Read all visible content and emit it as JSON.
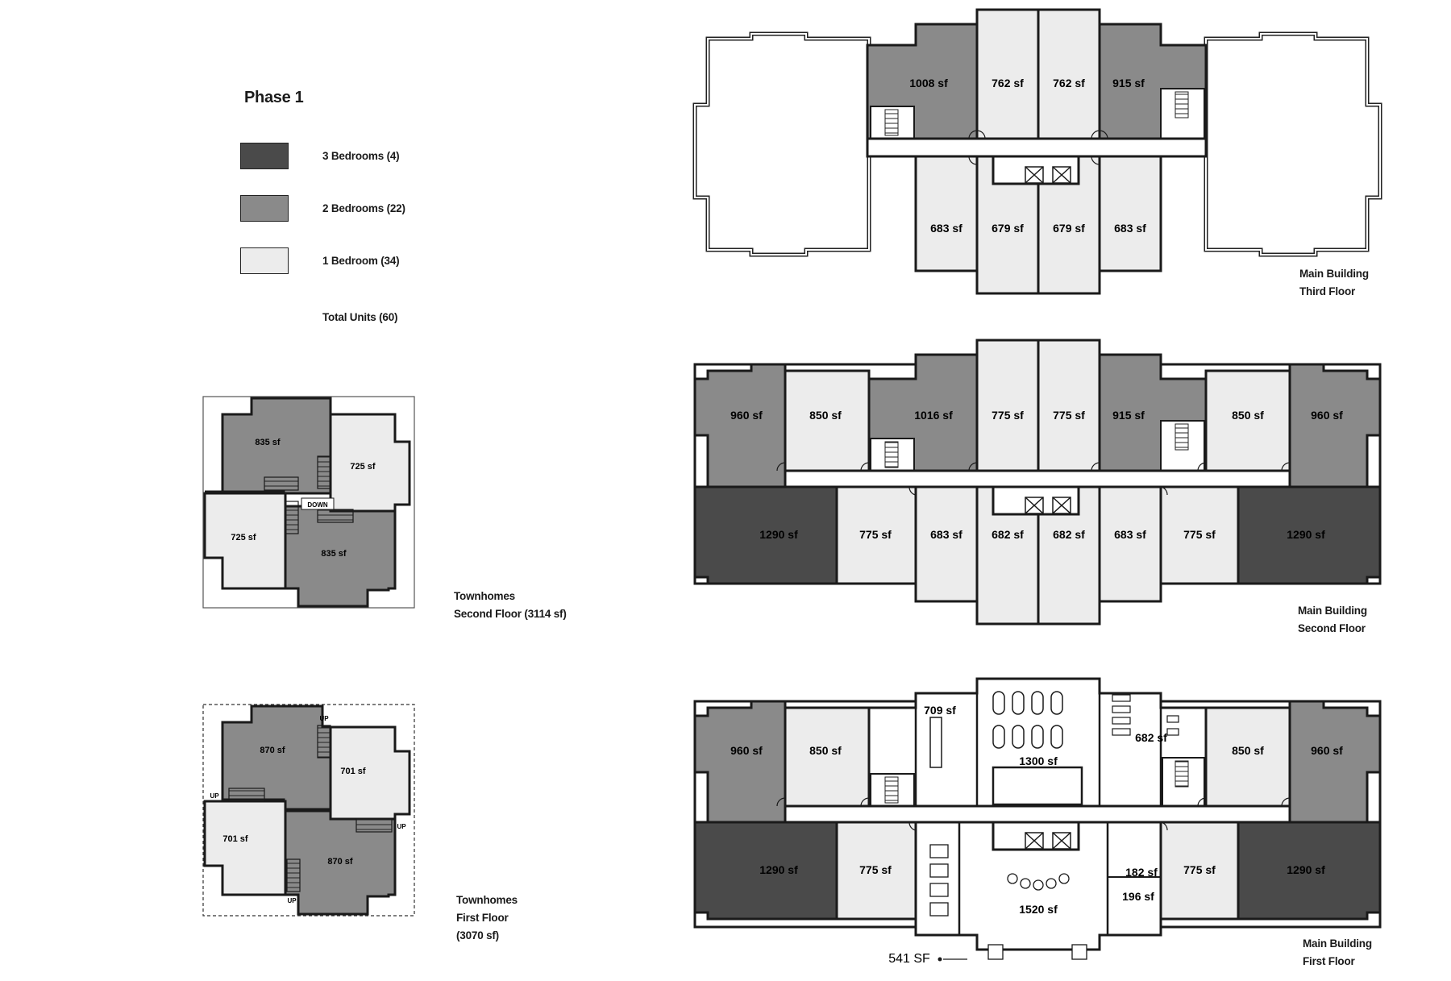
{
  "legend": {
    "title": "Phase 1",
    "items": [
      {
        "label": "3 Bedrooms (4)",
        "color": "#4a4a4a"
      },
      {
        "label": "2 Bedrooms (22)",
        "color": "#8a8a8a"
      },
      {
        "label": "1 Bedroom (34)",
        "color": "#ececec"
      }
    ],
    "total": "Total Units (60)"
  },
  "colors": {
    "three_bed": "#4a4a4a",
    "two_bed": "#8a8a8a",
    "one_bed": "#ececec",
    "outline": "#1a1a1a"
  },
  "townhomes_second": {
    "caption_line1": "Townhomes",
    "caption_line2": "Second Floor (3114 sf)",
    "units": [
      "835 sf",
      "725 sf",
      "725 sf",
      "835 sf"
    ],
    "stair_label": "DOWN"
  },
  "townhomes_first": {
    "caption_line1": "Townhomes",
    "caption_line2": "First Floor",
    "caption_line3": "(3070 sf)",
    "units": [
      "870 sf",
      "701 sf",
      "701 sf",
      "870 sf"
    ],
    "stair_labels": [
      "UP",
      "UP",
      "UP",
      "UP"
    ]
  },
  "main_third": {
    "caption_line1": "Main Building",
    "caption_line2": "Third Floor",
    "units": [
      "1008  sf",
      "762 sf",
      "762 sf",
      "915 sf",
      "683 sf",
      "679 sf",
      "679 sf",
      "683 sf"
    ]
  },
  "main_second": {
    "caption_line1": "Main Building",
    "caption_line2": "Second Floor",
    "units": [
      "960 sf",
      "850 sf",
      "1016 sf",
      "775 sf",
      "775 sf",
      "915 sf",
      "850 sf",
      "960 sf",
      "1290 sf",
      "775 sf",
      "683 sf",
      "682 sf",
      "682 sf",
      "683 sf",
      "775 sf",
      "1290 sf"
    ]
  },
  "main_first": {
    "caption_line1": "Main Building",
    "caption_line2": "First Floor",
    "units": [
      "960 sf",
      "850 sf",
      "850 sf",
      "960 sf",
      "1290 sf",
      "775 sf",
      "775 sf",
      "1290 sf"
    ],
    "amenities": [
      "709 sf",
      "1300 sf",
      "682 sf",
      "182 sf",
      "196 sf",
      "1520 sf"
    ],
    "callout": "541 SF"
  }
}
